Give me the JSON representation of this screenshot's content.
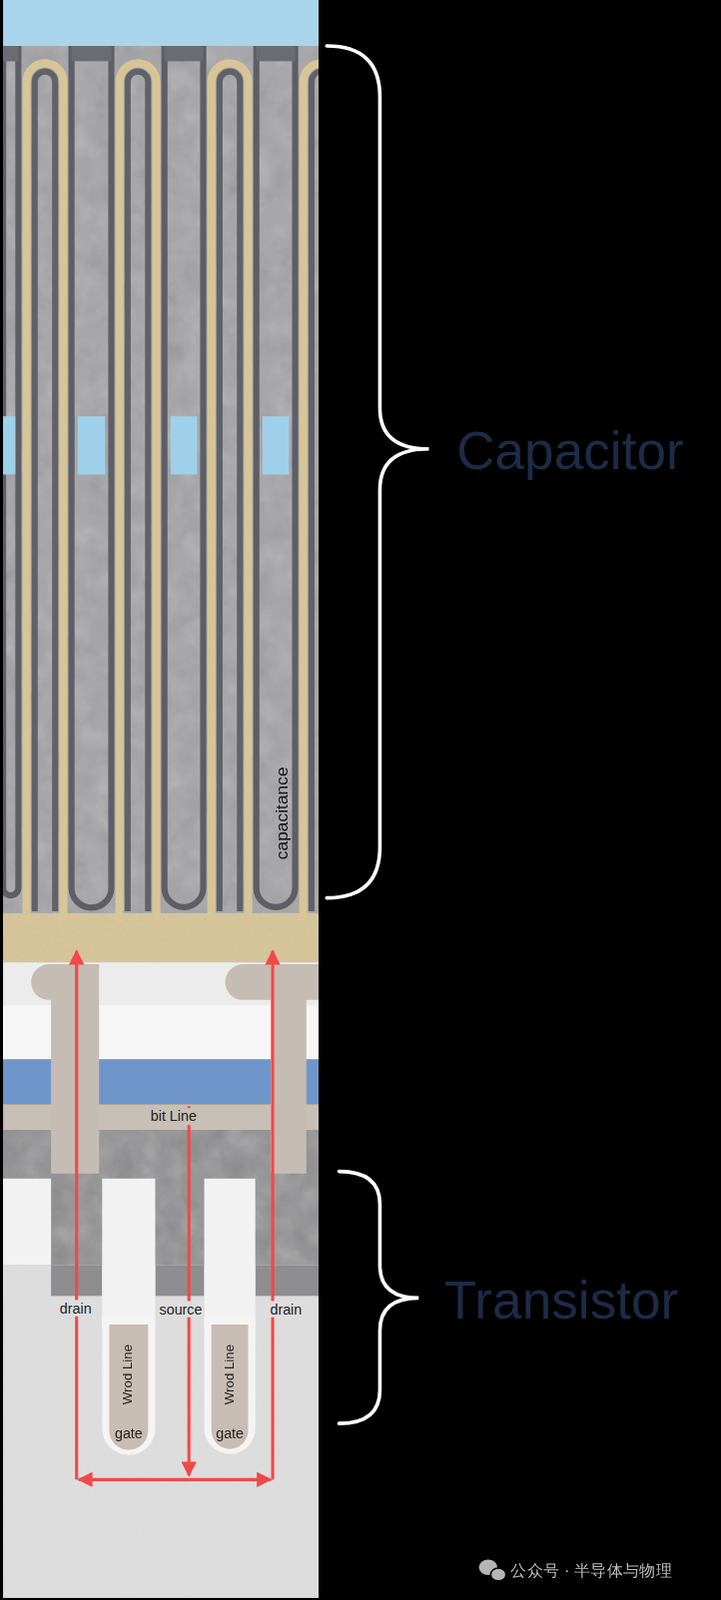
{
  "diagram": {
    "labels": [
      "Capacitor",
      "capacitance",
      "bit Line",
      "Transistor",
      "drain",
      "source",
      "drain",
      "Wrod Line",
      "gate",
      "Wrod Line",
      "gate",
      "公众号 · 半导体与物理"
    ]
  }
}
